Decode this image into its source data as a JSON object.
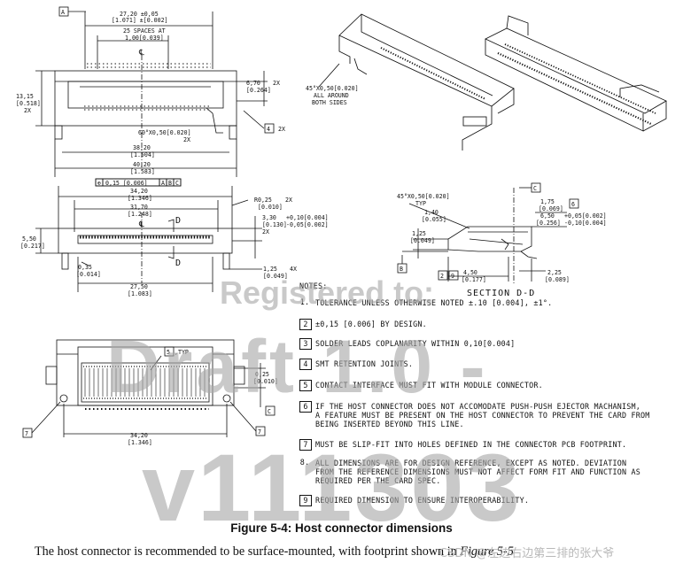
{
  "drawing": {
    "top_view": {
      "datum_a": "A",
      "overall_width_mm": "27,20 ±0,05",
      "overall_width_in": "[1.071] ±[0.002]",
      "pitch_mm": "25 SPACES AT",
      "pitch_value": "1,00[0.039]",
      "centerline": "℄",
      "height_mm": "13,15",
      "height_in": "[0.518]",
      "height_mult": "2X",
      "right_height_mm": "6,70",
      "right_height_in": "[0.264]",
      "right_mult": "2X",
      "chamfer_a": "60°X0,50[0.020]",
      "chamfer_a_mult": "2X",
      "chamfer_b": "45°X0,50[0.020]",
      "chamfer_b_note1": "ALL AROUND",
      "chamfer_b_note2": "BOTH SIDES",
      "note4_ref": "4",
      "note4_mult": "2X",
      "width2_mm": "38,20",
      "width2_in": "[1.504]",
      "width3_mm": "40,20",
      "width3_in": "[1.583]"
    },
    "front_view": {
      "tol_frame_sym": "⊕",
      "tol_frame_val": "0,15 [0.006]",
      "tol_frame_a": "A",
      "tol_frame_b": "B",
      "tol_frame_c": "C",
      "w1_mm": "34,20",
      "w1_in": "[1.346]",
      "w2_mm": "31,70",
      "w2_in": "[1.248]",
      "section_mark": "D",
      "radius": "R0,25",
      "radius_in": "[0.010]",
      "radius_mult": "2X",
      "h1_mm": "3,30",
      "h1_tol": "+0,10[0.004]",
      "h1_in": "[0.130]",
      "h1_tol2": "-0,05[0.002]",
      "h1_mult": "2X",
      "left_h_mm": "5,50",
      "left_h_in": "[0.217]",
      "pin_w_mm": "0,35",
      "pin_w_in": "[0.014]",
      "lead_mm": "1,25",
      "lead_in": "[0.049]",
      "lead_mult": "4X",
      "span_mm": "27,50",
      "span_in": "[1.083]",
      "centerline": "℄"
    },
    "section_view": {
      "chamfer": "45°X0,50[0.020]",
      "chamfer_typ": "TYP",
      "datum_c": "C",
      "d1_mm": "1,75",
      "d1_in": "[0.069]",
      "note6_ref": "6",
      "d2_mm": "1,40",
      "d2_in": "[0.055]",
      "d3_mm": "6,50",
      "d3_tol": "+0,05[0.002]",
      "d3_in": "[0.256]",
      "d3_tol2": "-0,10[0.004]",
      "d4_mm": "1,25",
      "d4_in": "[0.049]",
      "datum_b": "B",
      "note2_ref": "2",
      "note9_ref": "9",
      "d5_mm": "4,50",
      "d5_in": "[0.177]",
      "d6_mm": "2,25",
      "d6_in": "[0.089]",
      "section_label": "SECTION  D-D"
    },
    "bottom_view": {
      "note5_ref": "5",
      "typ": ",TYP",
      "d1_mm": "0,25",
      "d1_in": "[0.010]",
      "datum_c": "C",
      "note7_left": "7",
      "note7_right": "7",
      "w_mm": "34,20",
      "w_in": "[1.346]"
    }
  },
  "notes": {
    "heading": "NOTES:",
    "items": [
      {
        "num": "1.",
        "boxed": false,
        "text": "TOLERANCE UNLESS OTHERWISE NOTED ±.10 [0.004], ±1°."
      },
      {
        "num": "2",
        "boxed": true,
        "text": "±0,15 [0.006] BY DESIGN."
      },
      {
        "num": "3",
        "boxed": true,
        "text": "SOLDER LEADS COPLANARITY WITHIN 0,10[0.004]"
      },
      {
        "num": "4",
        "boxed": true,
        "text": "SMT RETENTION JOINTS."
      },
      {
        "num": "5",
        "boxed": true,
        "text": "CONTACT INTERFACE MUST FIT WITH MODULE CONNECTOR."
      },
      {
        "num": "6",
        "boxed": true,
        "text": "IF THE HOST CONNECTOR DOES NOT ACCOMODATE PUSH-PUSH EJECTOR MACHANISM,\nA FEATURE MUST BE PRESENT ON THE HOST CONNECTOR TO PREVENT THE CARD FROM\nBEING INSERTED BEYOND THIS LINE."
      },
      {
        "num": "7",
        "boxed": true,
        "text": "MUST BE SLIP-FIT INTO HOLES DEFINED IN THE CONNECTOR PCB FOOTPRINT."
      },
      {
        "num": "8.",
        "boxed": false,
        "text": "ALL DIMENSIONS ARE FOR DESIGN REFERENCE, EXCEPT AS NOTED.  DEVIATION\nFROM THE REFERENCE DIMENSIONS MUST NOT AFFECT FORM FIT AND FUNCTION AS\nREQUIRED PER THE CARD SPEC."
      },
      {
        "num": "9",
        "boxed": true,
        "text": "REQUIRED DIMENSION TO ENSURE INTEROPERABILITY."
      }
    ]
  },
  "caption": "Figure 5-4: Host connector dimensions",
  "body_text_start": "The host connector is recommended to be surface-mounted, with footprint shown in ",
  "body_text_ref": "Figure 5-5",
  "watermark": {
    "registered": "Registered to:",
    "draft": "Draft 1.0 -",
    "version": "v111303"
  },
  "credit": "CSDN @左边右边第三排的张大爷"
}
